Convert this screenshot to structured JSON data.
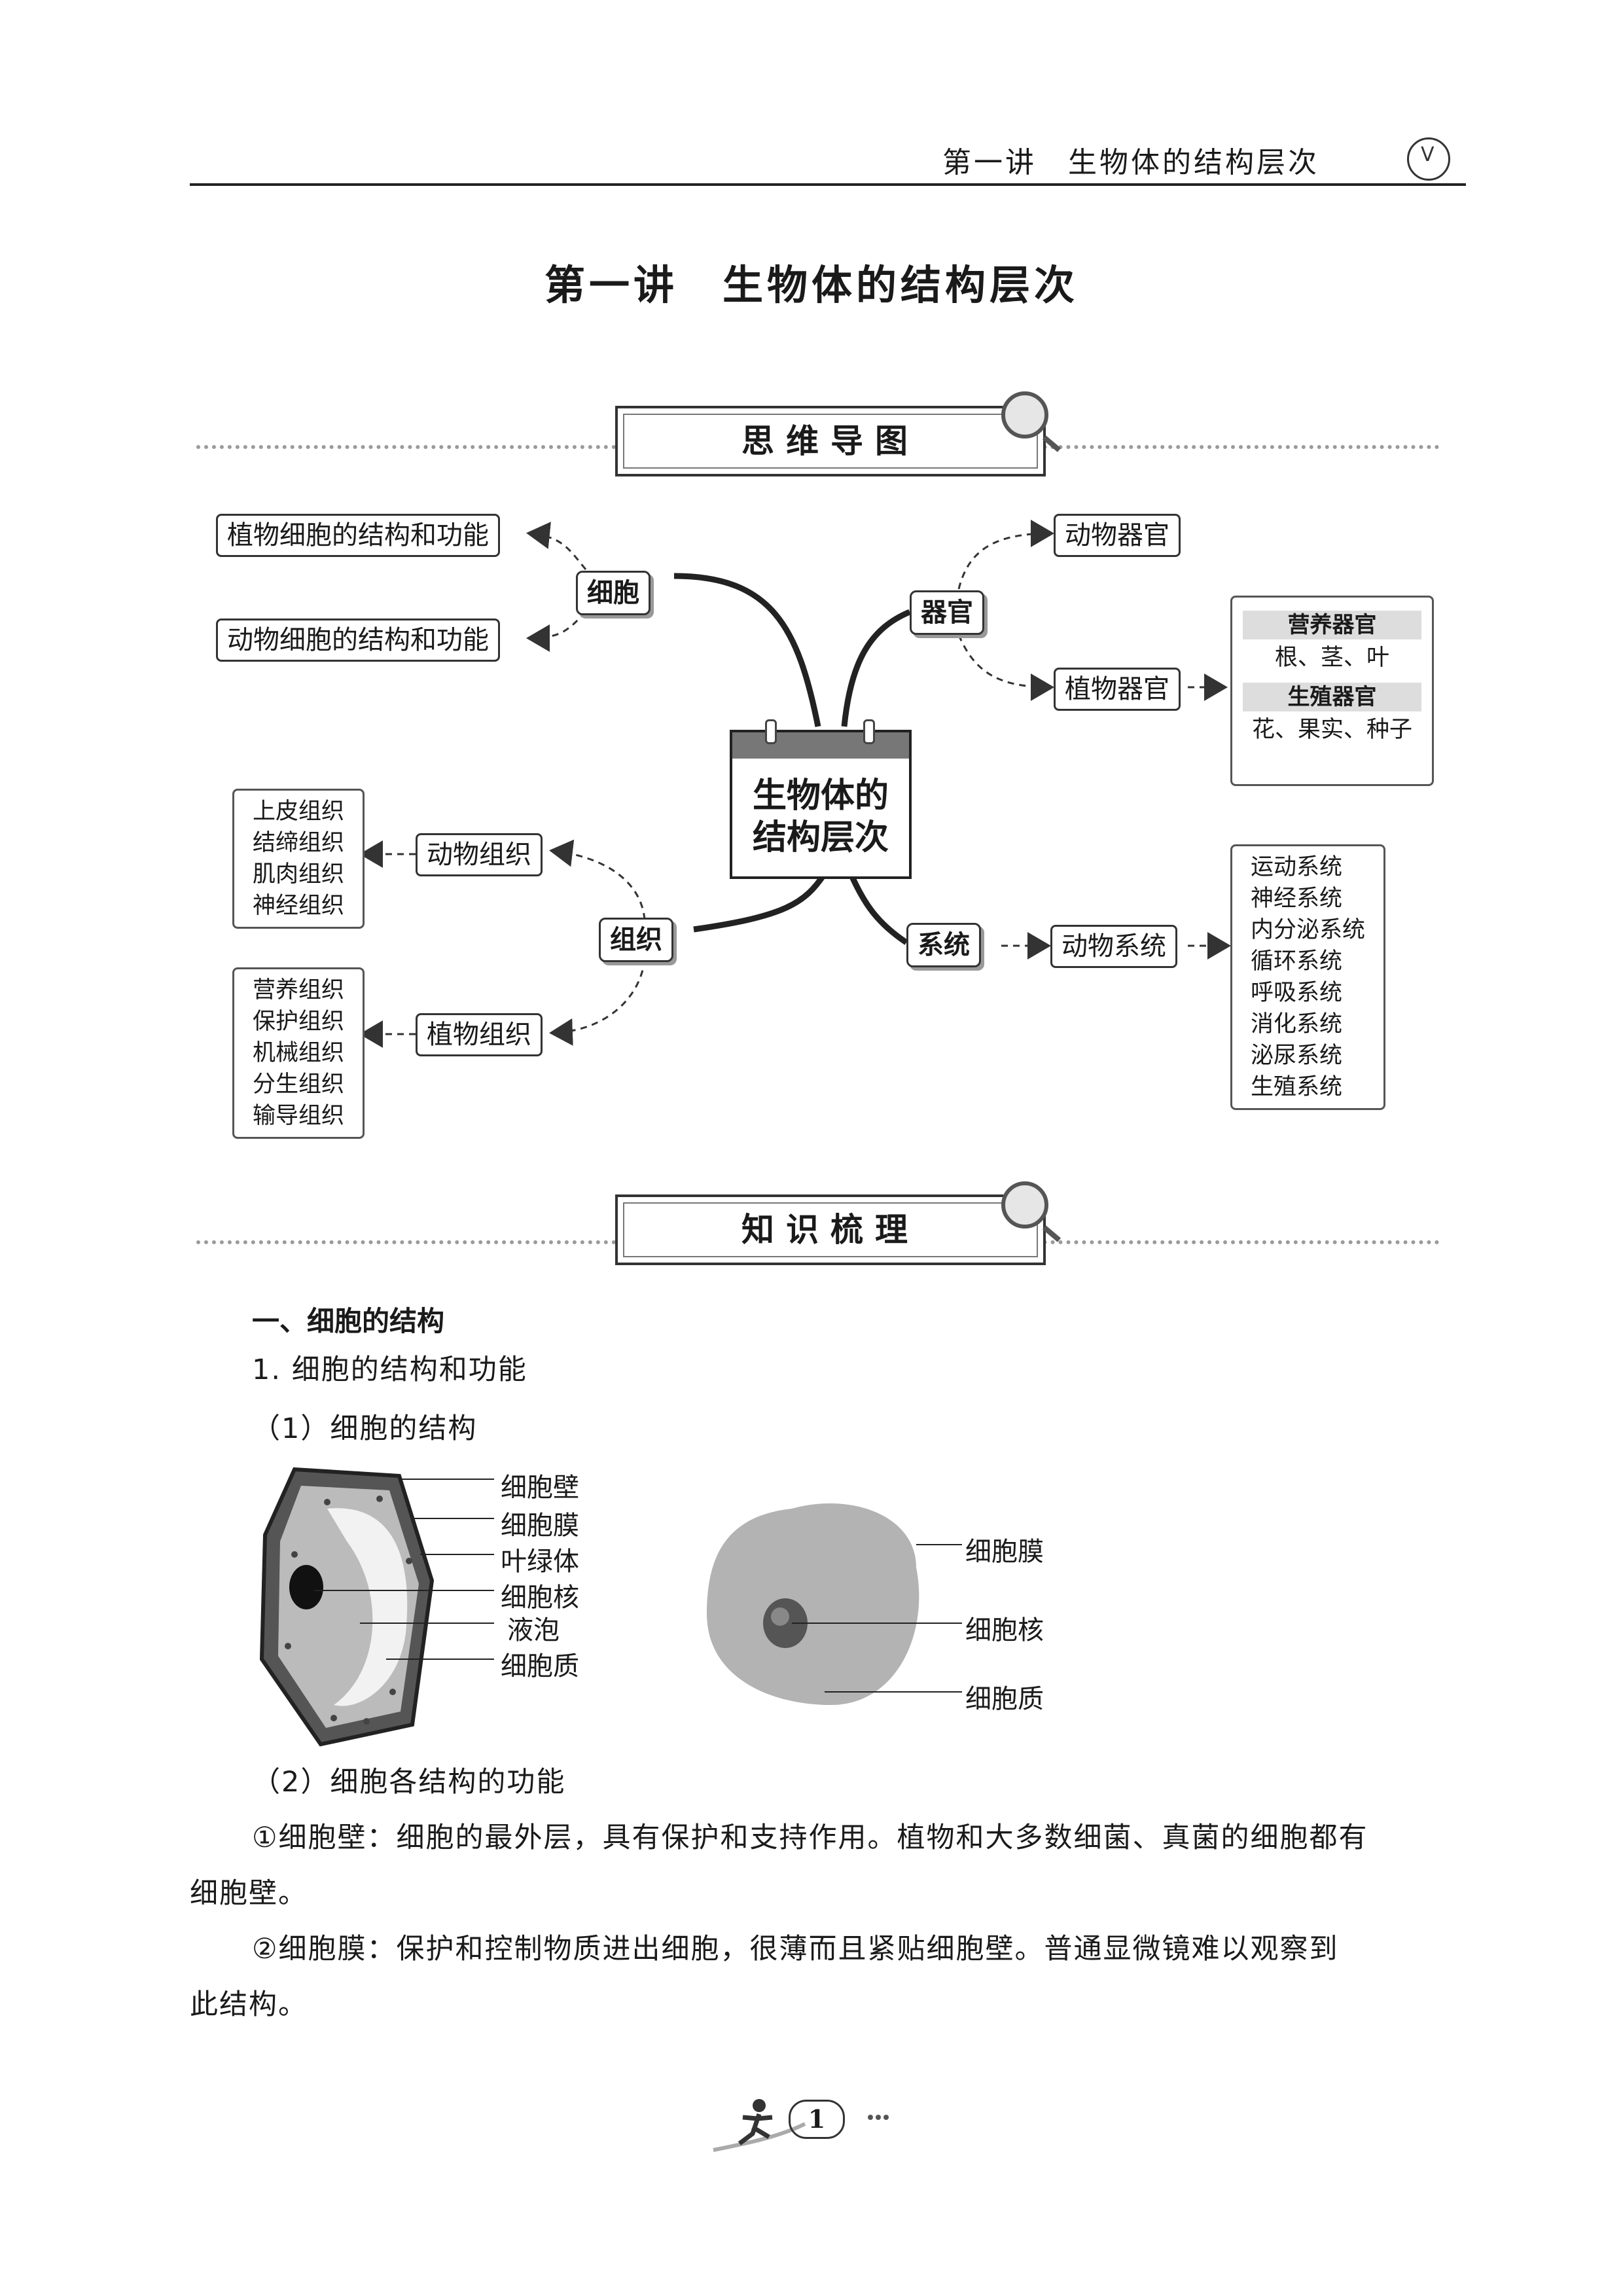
{
  "header": {
    "title": "第一讲　生物体的结构层次"
  },
  "page_title": "第一讲　生物体的结构层次",
  "banners": {
    "mindmap": "思维导图",
    "knowledge": "知识梳理"
  },
  "mindmap": {
    "center": [
      "生物体的",
      "结构层次"
    ],
    "cell": {
      "label": "细胞",
      "children": [
        "植物细胞的结构和功能",
        "动物细胞的结构和功能"
      ]
    },
    "organ": {
      "label": "器官",
      "animal": "动物器官",
      "plant": "植物器官",
      "plant_detail": {
        "veg_title": "营养器官",
        "veg_items": "根、茎、叶",
        "rep_title": "生殖器官",
        "rep_items": "花、果实、种子"
      }
    },
    "tissue": {
      "label": "组织",
      "animal": {
        "label": "动物组织",
        "items": [
          "上皮组织",
          "结缔组织",
          "肌肉组织",
          "神经组织"
        ]
      },
      "plant": {
        "label": "植物组织",
        "items": [
          "营养组织",
          "保护组织",
          "机械组织",
          "分生组织",
          "输导组织"
        ]
      }
    },
    "system": {
      "label": "系统",
      "animal": "动物系统",
      "items": [
        "运动系统",
        "神经系统",
        "内分泌系统",
        "循环系统",
        "呼吸系统",
        "消化系统",
        "泌尿系统",
        "生殖系统"
      ]
    }
  },
  "content": {
    "section1": "一、细胞的结构",
    "sub1": "1. 细胞的结构和功能",
    "sub1a": "（1）细胞的结构",
    "plant_cell_labels": [
      "细胞壁",
      "细胞膜",
      "叶绿体",
      "细胞核",
      "液泡",
      "细胞质"
    ],
    "animal_cell_labels": [
      "细胞膜",
      "细胞核",
      "细胞质"
    ],
    "sub1b": "（2）细胞各结构的功能",
    "p1_line1": "①细胞壁：细胞的最外层，具有保护和支持作用。植物和大多数细菌、真菌的细胞都有",
    "p1_line2": "细胞壁。",
    "p2_line1": "②细胞膜：保护和控制物质进出细胞，很薄而且紧贴细胞壁。普通显微镜难以观察到",
    "p2_line2": "此结构。"
  },
  "footer": {
    "page_number": "1"
  }
}
